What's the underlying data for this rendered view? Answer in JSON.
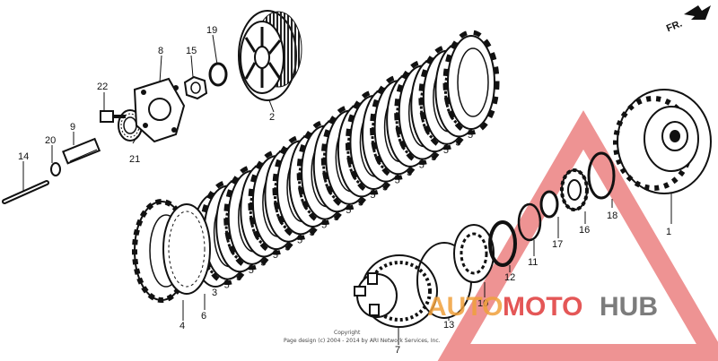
{
  "direction_label": "FR.",
  "copyright_text": "Copyright",
  "footer_text": "Page design (c) 2004 - 2014 by ARI Network Services, Inc.",
  "watermark": {
    "part1": "AUTO",
    "part2": "MOTO",
    "part3": "HUB",
    "color_red": "#e03a3a",
    "color_orange": "#f0a03c",
    "color_gray": "#666666"
  },
  "parts": {
    "p1": "1",
    "p2": "2",
    "p3": "3",
    "p4": "4",
    "p5": "5",
    "p6": "6",
    "p7": "7",
    "p8": "8",
    "p9": "9",
    "p10": "10",
    "p11": "11",
    "p12": "12",
    "p13": "13",
    "p14": "14",
    "p15": "15",
    "p16": "16",
    "p17": "17",
    "p18": "18",
    "p19": "19",
    "p20": "20",
    "p21": "21",
    "p22": "22"
  }
}
